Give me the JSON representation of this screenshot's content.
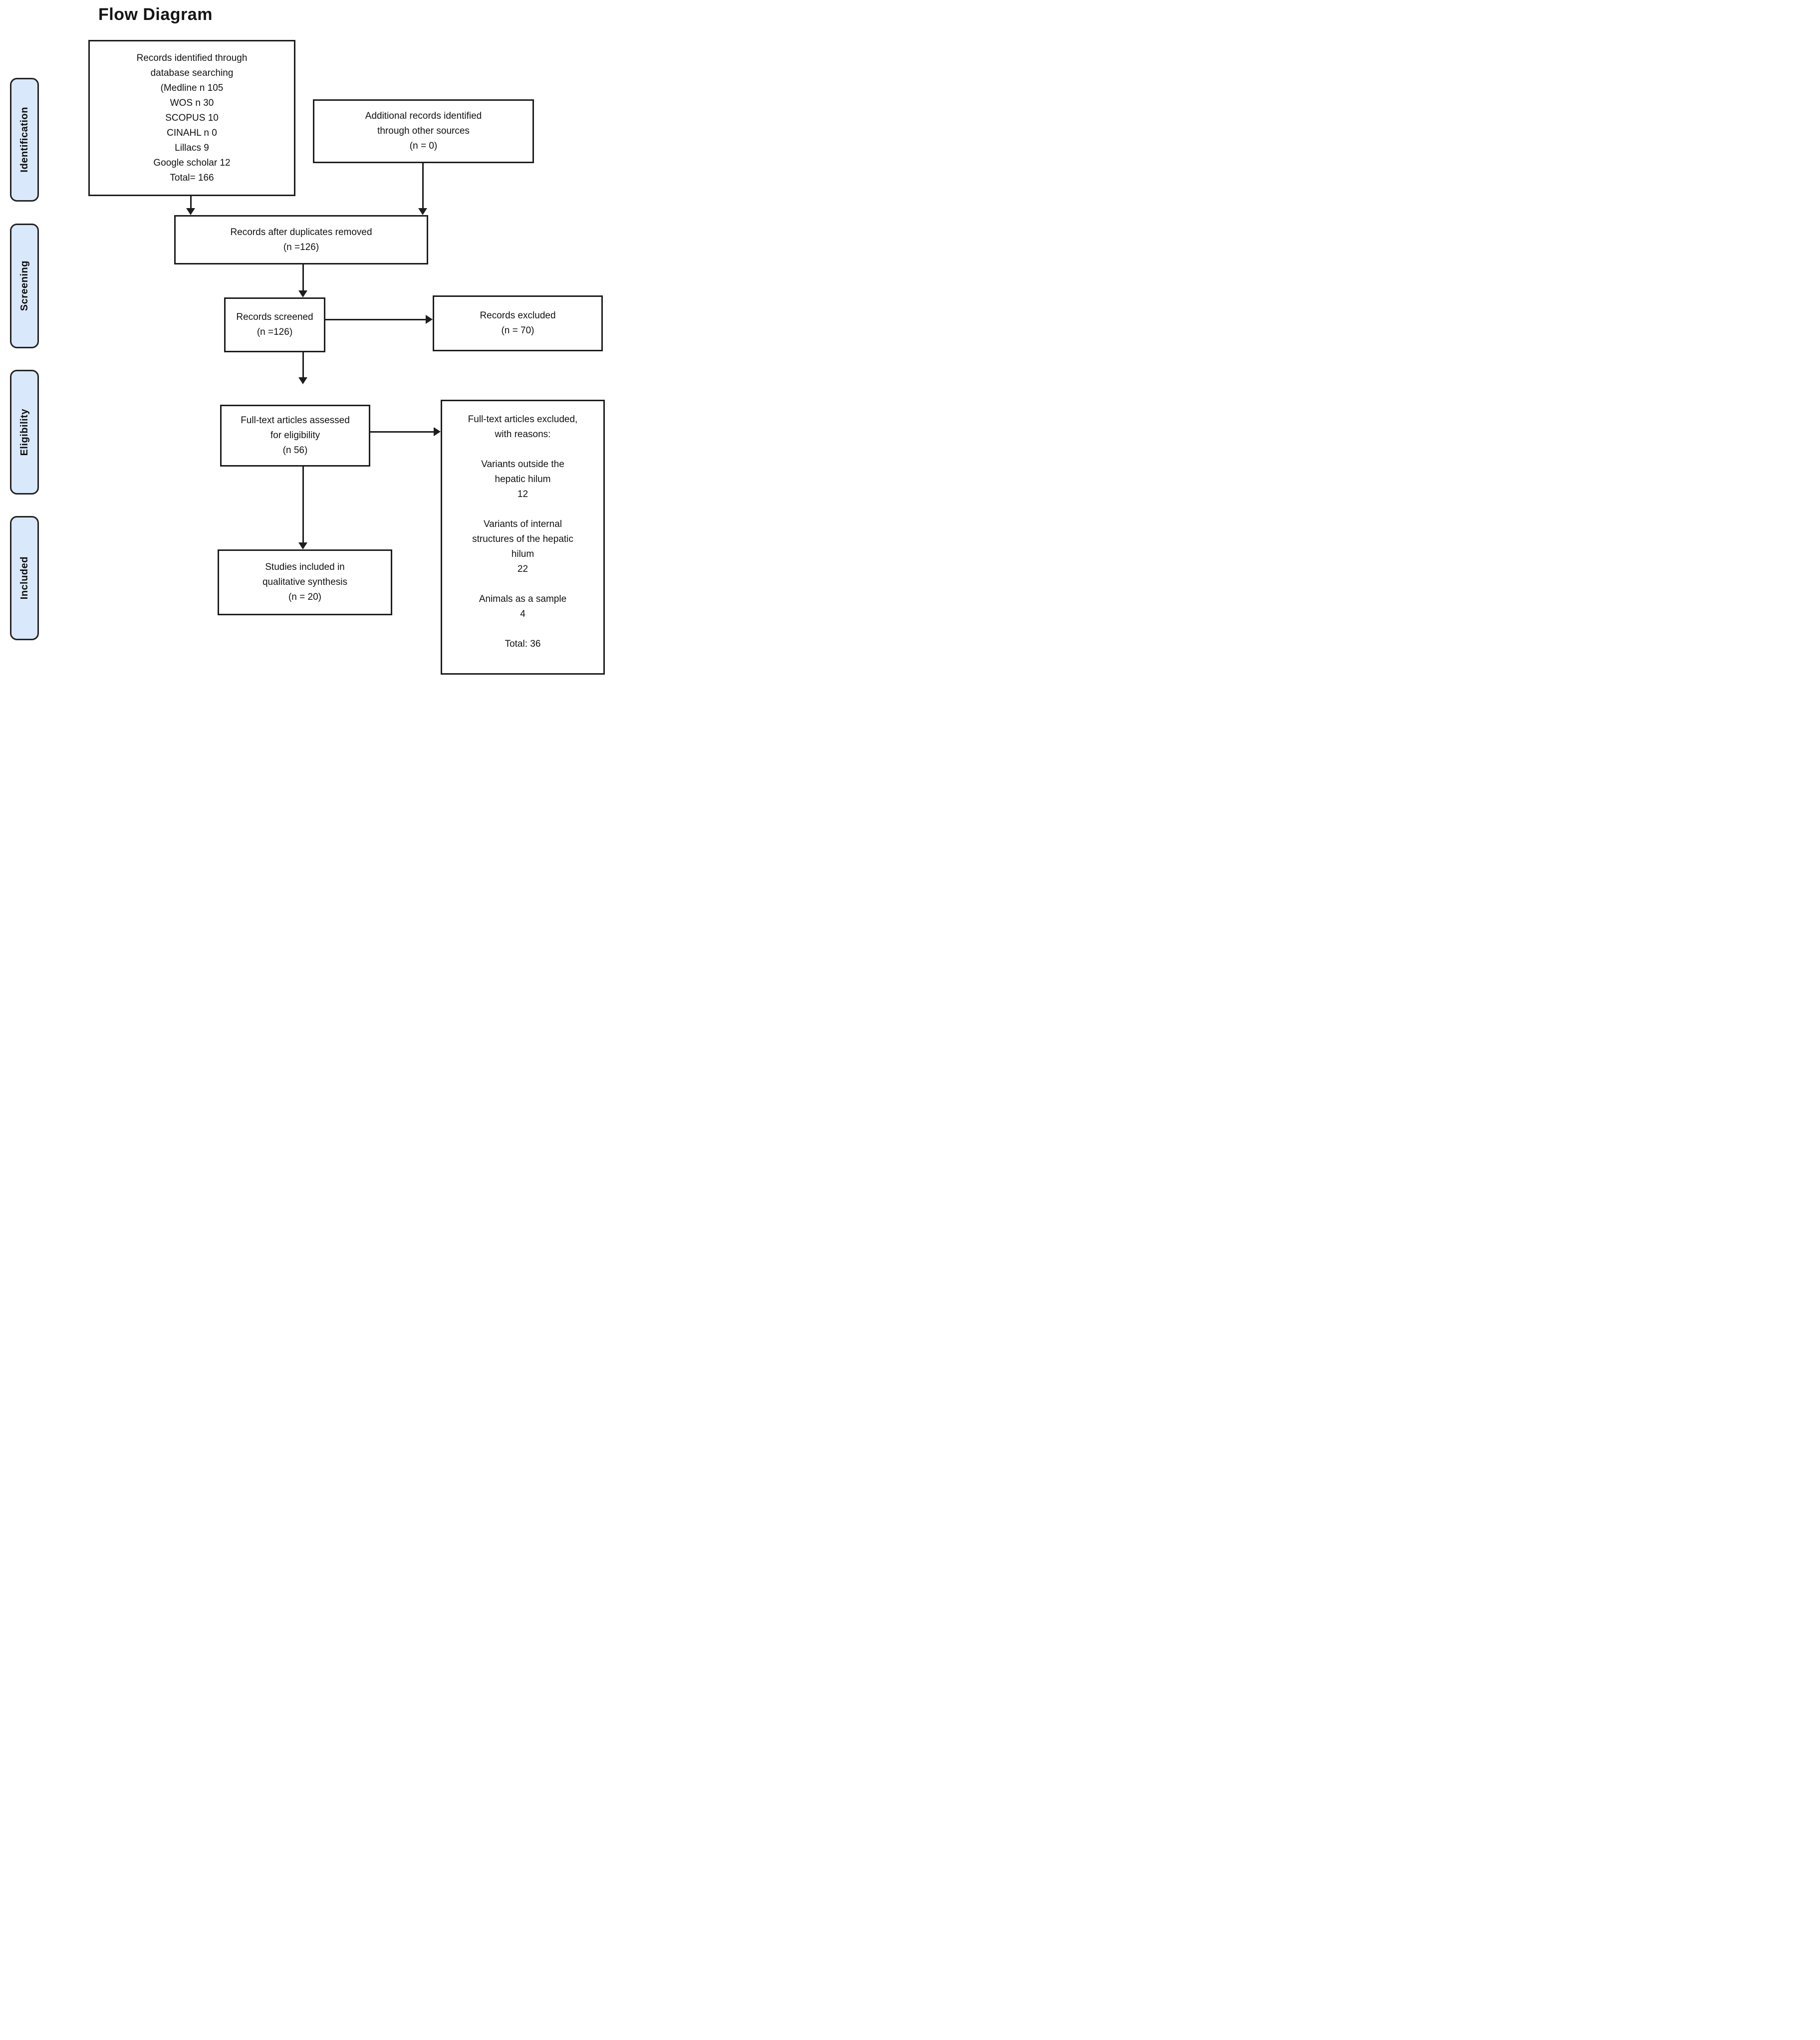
{
  "title": "Flow Diagram",
  "colors": {
    "line": "#1d1d1d",
    "stage_fill": "#d9e8fb",
    "text": "#111111"
  },
  "stages": [
    {
      "label": "Identification"
    },
    {
      "label": "Screening"
    },
    {
      "label": "Eligibility"
    },
    {
      "label": "Included"
    }
  ],
  "boxes": {
    "identified": {
      "lines": [
        "Records identified through",
        "database searching",
        "(Medline n 105",
        "WOS n 30",
        "SCOPUS 10",
        "CINAHL n 0",
        "Lillacs 9",
        "Google scholar 12",
        "Total= 166"
      ]
    },
    "additional": {
      "lines": [
        "Additional records identified",
        "through other sources",
        "(n = 0)"
      ]
    },
    "duplicates": {
      "lines": [
        "Records after duplicates removed",
        "(n =126)"
      ]
    },
    "screened": {
      "lines": [
        "Records screened",
        "(n =126)"
      ]
    },
    "excluded": {
      "lines": [
        "Records excluded",
        "(n = 70)"
      ]
    },
    "fulltext": {
      "lines": [
        "Full-text articles assessed",
        "for eligibility",
        "(n 56)"
      ]
    },
    "fulltext_excluded": {
      "heading": [
        "Full-text articles excluded,",
        "with reasons:"
      ],
      "reasons": [
        {
          "lines": [
            "Variants outside the",
            "hepatic hilum"
          ],
          "count": "12"
        },
        {
          "lines": [
            "Variants of internal",
            "structures of the hepatic",
            "hilum"
          ],
          "count": "22"
        },
        {
          "lines": [
            "Animals as a sample"
          ],
          "count": "4"
        }
      ],
      "total": "Total: 36"
    },
    "included_studies": {
      "lines": [
        "Studies included in",
        "qualitative synthesis",
        "(n = 20)"
      ]
    }
  }
}
